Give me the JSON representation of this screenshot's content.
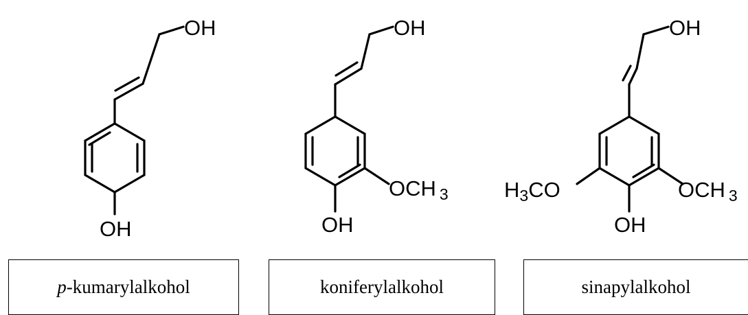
{
  "compounds": [
    {
      "name_prefix": "p",
      "name_rest": "-kumarylalkohol",
      "labels": {
        "top": "OH",
        "bottom": "OH"
      }
    },
    {
      "name": "koniferylalkohol",
      "labels": {
        "top": "OH",
        "bottom": "OH",
        "right_main": "OCH",
        "right_sub": "3"
      }
    },
    {
      "name": "sinapylalkohol",
      "labels": {
        "top": "OH",
        "bottom": "OH",
        "left_pre": "H",
        "left_sub": "3",
        "left_post": "CO",
        "right_main": "OCH",
        "right_sub": "3"
      }
    }
  ]
}
